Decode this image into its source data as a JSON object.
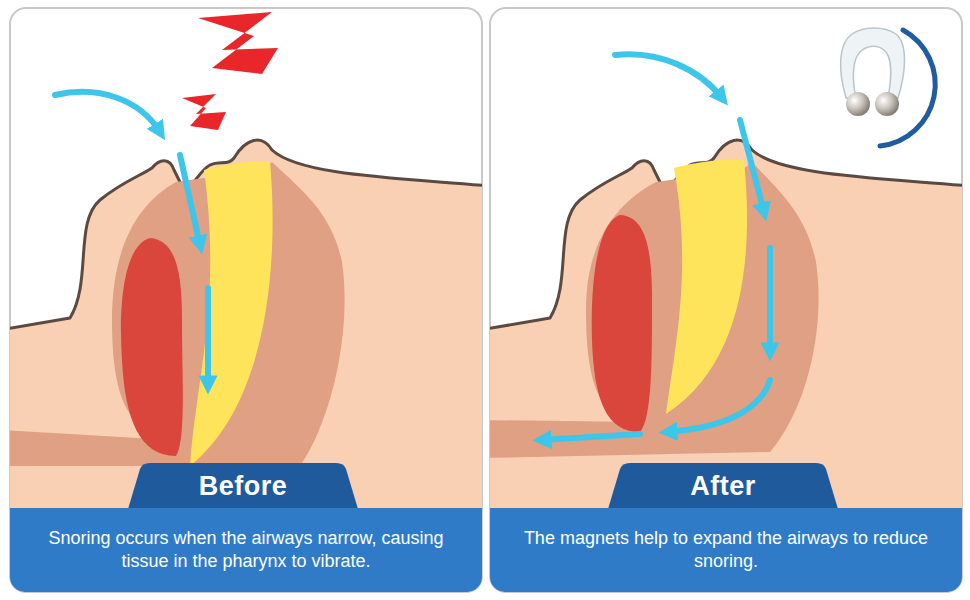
{
  "diagram": {
    "nodes": [
      {
        "text": [
          "Before"
        ]
      },
      {
        "text": [
          "Snoring occurs when the airways narrow, causing tissue in the pharynx to vibrate."
        ]
      },
      {
        "text": [
          "After"
        ]
      },
      {
        "text": [
          "The magnets help to expand the airways to reduce snoring."
        ]
      }
    ]
  }
}
